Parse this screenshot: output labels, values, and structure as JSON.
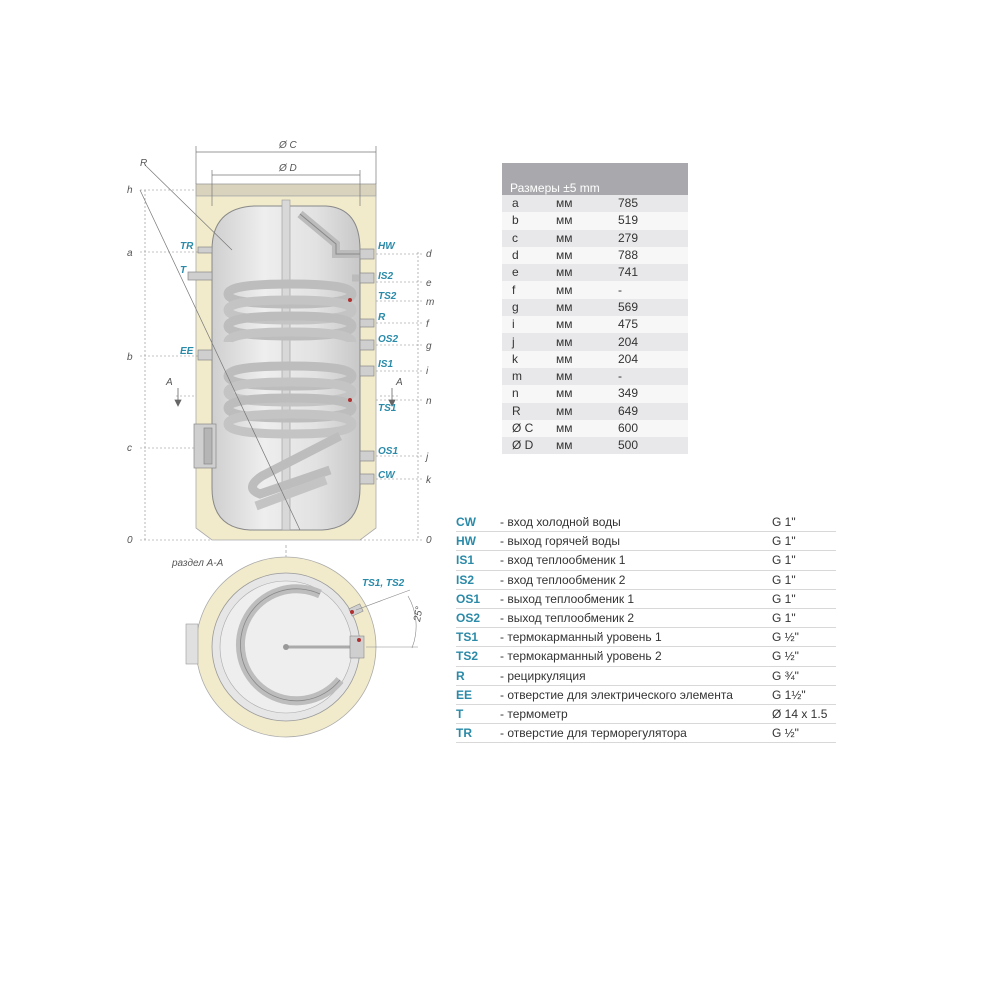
{
  "diagram_labels": {
    "dia_c": "Ø C",
    "dia_d": "Ø D",
    "radius": "R",
    "h": "h",
    "a": "a",
    "b": "b",
    "c": "c",
    "zero_left": "0",
    "zero_right": "0",
    "d": "d",
    "e": "e",
    "m": "m",
    "f": "f",
    "g": "g",
    "i": "i",
    "n": "n",
    "j": "j",
    "k": "k",
    "section_mark_left": "A",
    "section_mark_right": "A",
    "section_title": "раздел A-A",
    "ts_pair": "TS1, TS2",
    "angle": "25°"
  },
  "connection_labels": {
    "tr": "TR",
    "t": "T",
    "ee": "EE",
    "hw": "HW",
    "is2": "IS2",
    "ts2": "TS2",
    "r": "R",
    "os2": "OS2",
    "is1": "IS1",
    "ts1": "TS1",
    "os1": "OS1",
    "cw": "CW"
  },
  "dimensions_table": {
    "header": "Размеры ±5 mm",
    "rows": [
      {
        "key": "a",
        "unit": "мм",
        "value": "785"
      },
      {
        "key": "b",
        "unit": "мм",
        "value": "519"
      },
      {
        "key": "c",
        "unit": "мм",
        "value": "279"
      },
      {
        "key": "d",
        "unit": "мм",
        "value": "788"
      },
      {
        "key": "e",
        "unit": "мм",
        "value": "741"
      },
      {
        "key": "f",
        "unit": "мм",
        "value": "-"
      },
      {
        "key": "g",
        "unit": "мм",
        "value": "569"
      },
      {
        "key": "i",
        "unit": "мм",
        "value": "475"
      },
      {
        "key": "j",
        "unit": "мм",
        "value": "204"
      },
      {
        "key": "k",
        "unit": "мм",
        "value": "204"
      },
      {
        "key": "m",
        "unit": "мм",
        "value": "-"
      },
      {
        "key": "n",
        "unit": "мм",
        "value": "349"
      },
      {
        "key": "R",
        "unit": "мм",
        "value": "649"
      },
      {
        "key": "Ø C",
        "unit": "мм",
        "value": "600"
      },
      {
        "key": "Ø D",
        "unit": "мм",
        "value": "500"
      }
    ]
  },
  "legend": [
    {
      "code": "CW",
      "desc": "- вход холодной воды",
      "thread": "G 1\""
    },
    {
      "code": "HW",
      "desc": "- выход горячей воды",
      "thread": "G 1\""
    },
    {
      "code": "IS1",
      "desc": "- вход теплообменик 1",
      "thread": "G 1\""
    },
    {
      "code": "IS2",
      "desc": "- вход теплообменик 2",
      "thread": "G 1\""
    },
    {
      "code": "OS1",
      "desc": "- выход теплообменик 1",
      "thread": "G 1\""
    },
    {
      "code": "OS2",
      "desc": "- выход теплообменик 2",
      "thread": "G 1\""
    },
    {
      "code": "TS1",
      "desc": "- термокарманный уровень 1",
      "thread": "G ½\""
    },
    {
      "code": "TS2",
      "desc": "- термокарманный уровень 2",
      "thread": "G ½\""
    },
    {
      "code": "R",
      "desc": "- рециркуляция",
      "thread": "G ¾\""
    },
    {
      "code": "EE",
      "desc": "- отверстие для электрического элемента",
      "thread": "G 1½\""
    },
    {
      "code": "T",
      "desc": "- термометр",
      "thread": "Ø 14 x 1.5"
    },
    {
      "code": "TR",
      "desc": "- отверстие для терморегулятора",
      "thread": "G ½\""
    }
  ],
  "colors": {
    "insulation": "#f1ebcc",
    "tank": "#e4e4e4",
    "coil": "#d2d2d2",
    "accent": "#2a8aa8",
    "table_header": "#a9a9ad"
  }
}
